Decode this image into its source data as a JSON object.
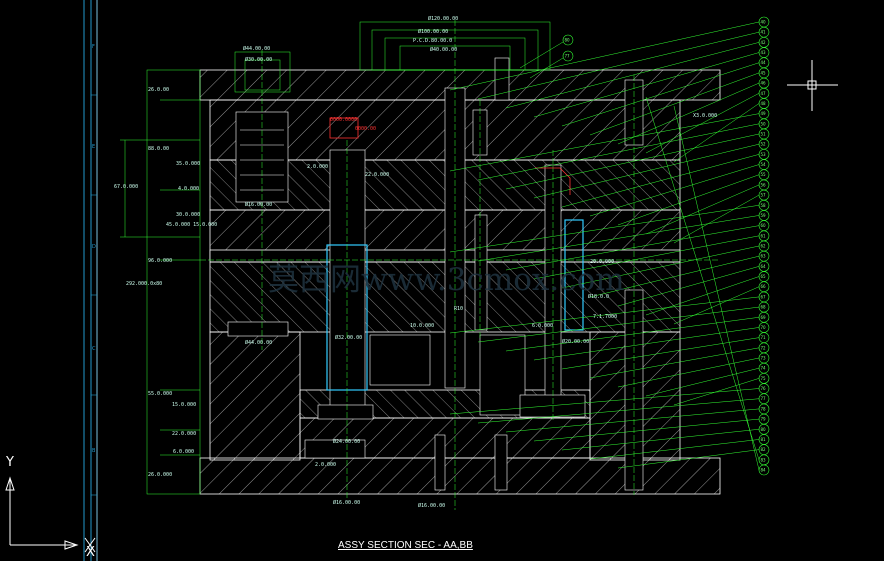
{
  "drawing": {
    "title": "ASSY SECTION SEC - AA,BB",
    "watermark": "莫西网www.3cmox.com",
    "axis_y": "Y",
    "axis_x": "X"
  },
  "row_labels": [
    "F",
    "E",
    "D",
    "C",
    "B"
  ],
  "top_dims": [
    "Ø120.00.00",
    "Ø100.00.00",
    "P.C.D.80.00.0",
    "Ø40.00.00"
  ],
  "dim_labels": {
    "d44_top": "Ø44.00.00",
    "d30_top": "Ø30.00.00",
    "v26_top": "26.0.00",
    "v88": "88.0.00",
    "v35": "35.0.000",
    "v67": "67.0.000",
    "v4a": "4.0.000",
    "v30": "30.0.000",
    "v45": "45.0.000  15.0.000",
    "v96": "96.0.000",
    "v292": "292.000.0x80",
    "v55": "55.0.000",
    "v15": "15.0.000",
    "v22": "22.0.000",
    "v6": "6.0.000",
    "v26_bot": "26.0.000",
    "d16_mid": "Ø16.00.00",
    "d44_mid": "Ø44.00.00",
    "d32": "Ø32.00.00",
    "d24": "Ø24.00.00",
    "d16_bot": "Ø16.00.00",
    "d16_bot2": "Ø16.00.00",
    "v2_bot": "2.0.000",
    "x3": "X3.0.000",
    "v2_top": "2.0.000",
    "v22_mid": "22.0.000",
    "v10": "10.0.000",
    "v6b": "6.0.000",
    "d20": "Ø20.00.00",
    "v71": "7.1.7000",
    "v20": "20.0.000",
    "r10": "R10",
    "d18": "Ø18.0.0"
  },
  "red_labels": [
    "0000.0000",
    "0000.00"
  ],
  "balloons": [
    "40",
    "41",
    "42",
    "43",
    "44",
    "45",
    "46",
    "47",
    "48",
    "49",
    "50",
    "51",
    "52",
    "53",
    "54",
    "55",
    "56",
    "57",
    "58",
    "59",
    "60",
    "61",
    "62",
    "63",
    "64",
    "65",
    "66",
    "67",
    "68",
    "69",
    "70",
    "71",
    "72",
    "73",
    "74",
    "75",
    "76",
    "77",
    "78",
    "79",
    "80",
    "81",
    "82",
    "83",
    "84"
  ],
  "balloons_top": [
    "80",
    "77"
  ]
}
